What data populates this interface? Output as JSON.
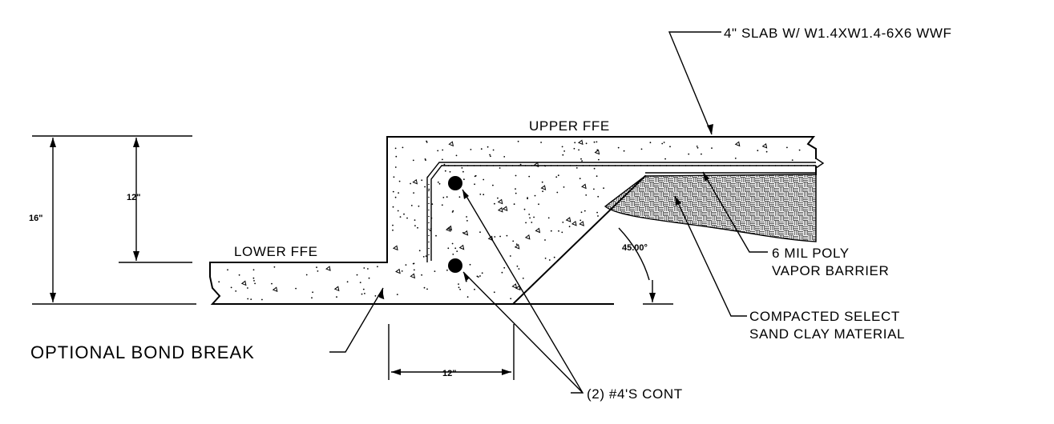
{
  "labels": {
    "slab_note": "4\" SLAB W/ W1.4XW1.4-6X6 WWF",
    "upper_ffe": "UPPER FFE",
    "lower_ffe": "LOWER FFE",
    "poly_line1": "6 MIL POLY",
    "poly_line2": "VAPOR BARRIER",
    "fill_line1": "COMPACTED SELECT",
    "fill_line2": "SAND CLAY MATERIAL",
    "bond_break": "OPTIONAL BOND BREAK",
    "rebar": "(2) #4'S CONT"
  },
  "dimensions": {
    "total_height": "16\"",
    "step_height": "12\"",
    "bottom_width": "12\"",
    "angle": "45.00°"
  },
  "colors": {
    "line": "#000000",
    "background": "#ffffff",
    "hatch": "#555555"
  }
}
